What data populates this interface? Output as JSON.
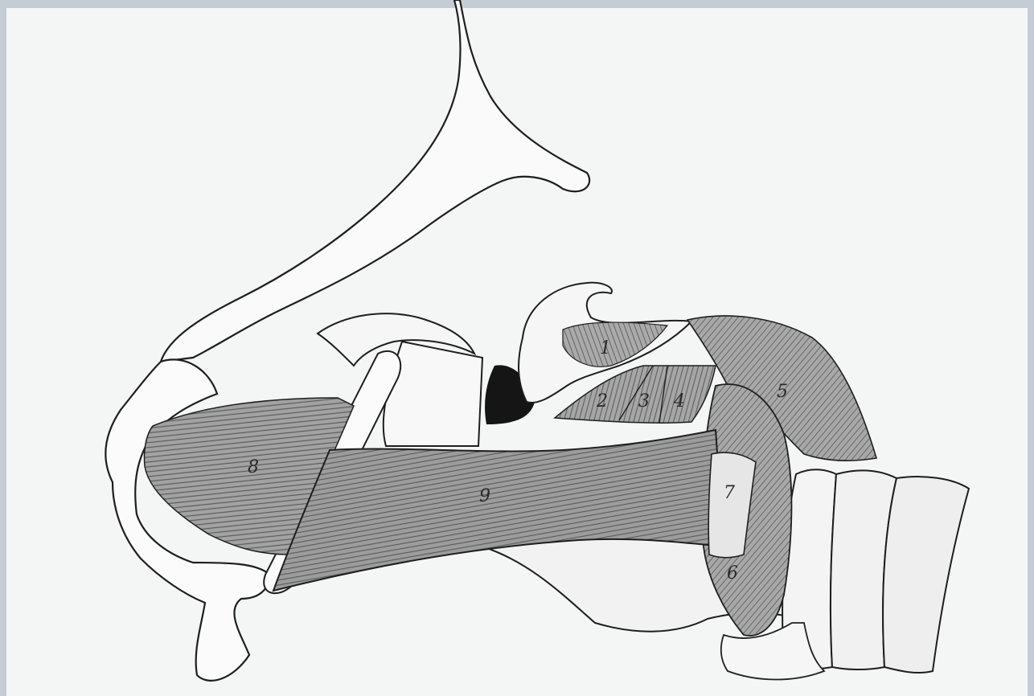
{
  "labels": {
    "l1": "1",
    "l2": "2",
    "l3": "3",
    "l4": "4",
    "l5": "5",
    "l6": "6",
    "l7": "7",
    "l8": "8",
    "l9": "9"
  },
  "colors": {
    "background": "#c4ccd6",
    "paper": "#f4f5f5",
    "ink": "#1e1e1e",
    "muscle_dark": "#6f6f6f",
    "muscle_mid": "#9a9a9a",
    "cavity": "#151515"
  }
}
